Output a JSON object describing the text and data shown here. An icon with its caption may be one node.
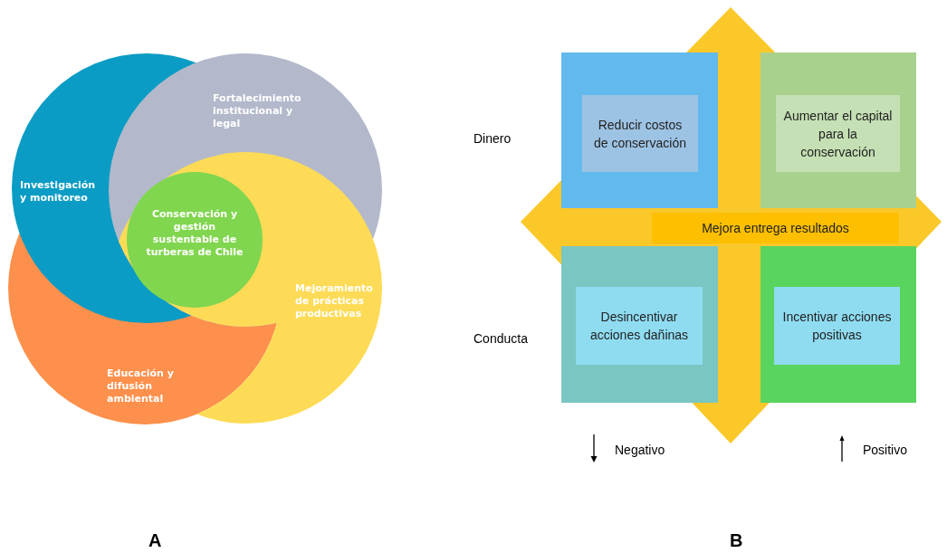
{
  "diagram": {
    "nodes": [
      {
        "text": [
          "Investigación y monitoreo"
        ]
      },
      {
        "text": [
          "Fortalecimiento institucional y legal"
        ]
      },
      {
        "text": [
          "Mejoramiento de prácticas productivas"
        ]
      },
      {
        "text": [
          "Educación y difusión ambiental"
        ]
      },
      {
        "text": [
          "Conservación y gestión sustentable de turberas de Chile"
        ]
      },
      {
        "text": [],
        "shape": "box"
      },
      {
        "text": [
          "Reducir costos de conservación"
        ],
        "in": 5
      },
      {
        "text": [],
        "shape": "box"
      },
      {
        "text": [
          "Aumentar el capital para la conservación"
        ],
        "in": 7
      },
      {
        "text": [
          "Mejora entrega resultados"
        ]
      },
      {
        "text": [],
        "shape": "box"
      },
      {
        "text": [
          "Desincentivar acciones dañinas"
        ],
        "in": 10
      },
      {
        "text": [],
        "shape": "box"
      },
      {
        "text": [
          "Incentivar acciones positivas"
        ],
        "in": 12
      }
    ],
    "edges": [],
    "labels": [
      "Dinero",
      "Conducta",
      "A",
      "B"
    ],
    "legend": [
      {
        "text": "Negativo"
      },
      {
        "text": "Positivo"
      }
    ]
  }
}
